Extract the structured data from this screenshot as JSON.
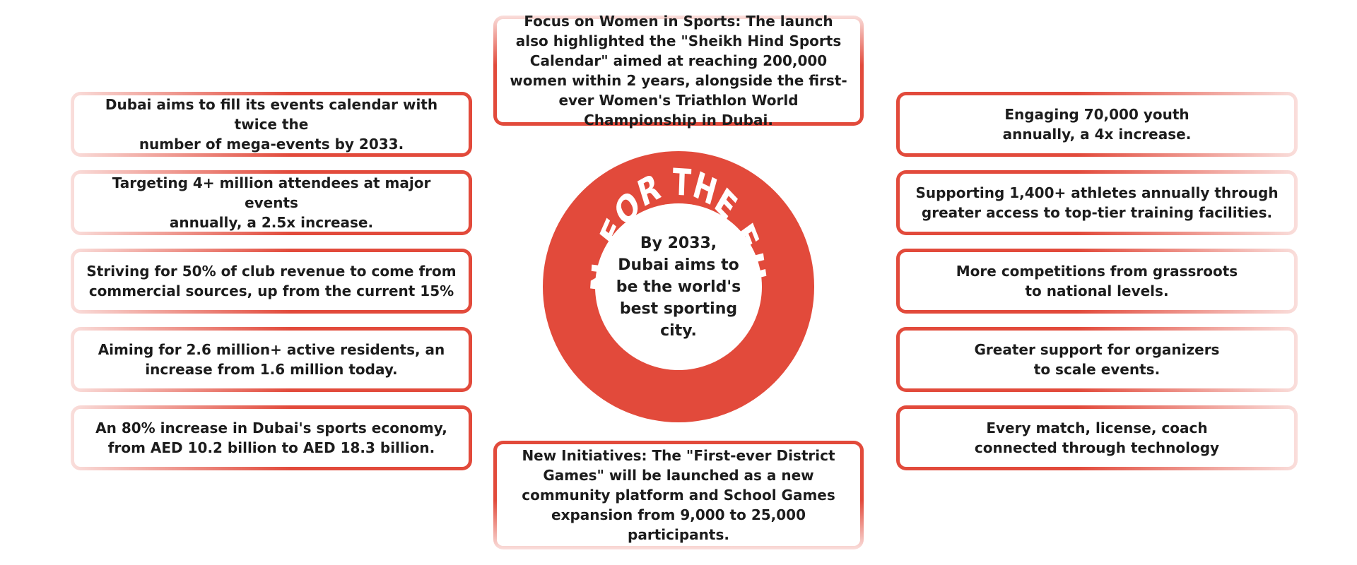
{
  "center": {
    "heading": "VISION FOR THE FUTURE:",
    "statement": "By 2033, Dubai aims to be the world's best sporting city.",
    "ring_color": "#e24a3b",
    "heading_color": "#ffffff"
  },
  "top_box": {
    "text": "Focus on Women in Sports: The launch also highlighted the \"Sheikh Hind Sports Calendar\" aimed at reaching 200,000 women within 2 years, alongside the first-ever Women's Triathlon World Championship in Dubai."
  },
  "bottom_box": {
    "text": "New Initiatives: The \"First-ever District Games\" will be launched as a new community platform and School Games expansion from 9,000 to 25,000 participants."
  },
  "left_boxes": [
    {
      "line1": "Dubai aims to fill its events calendar with twice the",
      "line2": "number of mega-events by 2033."
    },
    {
      "line1": "Targeting 4+ million attendees at major events",
      "line2": "annually, a 2.5x increase."
    },
    {
      "line1": "Striving for 50% of club revenue to come from",
      "line2": "commercial sources, up from the current 15%"
    },
    {
      "line1": "Aiming for 2.6 million+ active residents, an",
      "line2": "increase from 1.6 million today."
    },
    {
      "line1": "An 80% increase in Dubai's sports economy,",
      "line2": "from AED 10.2 billion to AED 18.3 billion."
    }
  ],
  "right_boxes": [
    {
      "line1": "Engaging 70,000 youth",
      "line2": "annually, a 4x increase."
    },
    {
      "line1": "Supporting 1,400+ athletes annually through",
      "line2": "greater access to top-tier training facilities."
    },
    {
      "line1": "More competitions from grassroots",
      "line2": "to national levels."
    },
    {
      "line1": "Greater support for organizers",
      "line2": "to scale events."
    },
    {
      "line1": "Every match, license, coach",
      "line2": "connected through technology"
    }
  ]
}
